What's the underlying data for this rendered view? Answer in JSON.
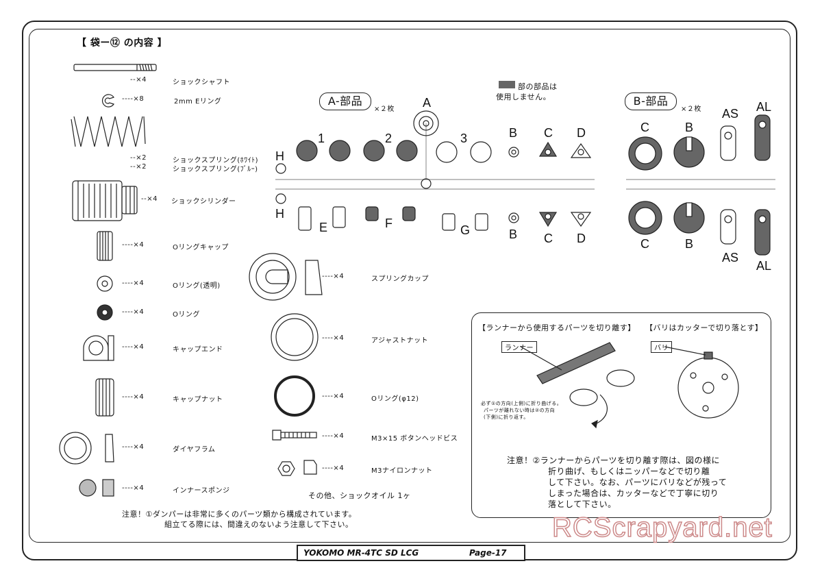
{
  "header": {
    "title": "【 袋ー⑫ の内容 】"
  },
  "left_parts": [
    {
      "qty": "--×4",
      "name": "ショックシャフト"
    },
    {
      "qty": "----×8",
      "name": "2mm Eリング"
    },
    {
      "qty": "--×2",
      "name": "ショックスプリング(ﾎﾜｲﾄ)"
    },
    {
      "qty": "--×2",
      "name": "ショックスプリング(ﾌﾞﾙｰ)"
    },
    {
      "qty": "--×4",
      "name": "ショックシリンダー"
    },
    {
      "qty": "----×4",
      "name": "Oリングキャップ"
    },
    {
      "qty": "----×4",
      "name": "Oリング(透明)"
    },
    {
      "qty": "----×4",
      "name": "Oリング"
    },
    {
      "qty": "----×4",
      "name": "キャップエンド"
    },
    {
      "qty": "----×4",
      "name": "キャップナット"
    },
    {
      "qty": "----×4",
      "name": "ダイヤフラム"
    },
    {
      "qty": "----×4",
      "name": "インナースポンジ"
    }
  ],
  "mid_parts": [
    {
      "qty": "----×4",
      "name": "スプリングカップ"
    },
    {
      "qty": "----×4",
      "name": "アジャストナット"
    },
    {
      "qty": "----×4",
      "name": "Oリング(φ12)"
    },
    {
      "qty": "----×4",
      "name": "M3×15 ボタンヘッドビス"
    },
    {
      "qty": "----×4",
      "name": "M3ナイロンナット"
    }
  ],
  "other_note": "その他、ショックオイル 1ヶ",
  "caution_left": [
    "注意！①ダンパーは非常に多くのパーツ類から構成されています。",
    "組立てる際には、間違えのないよう注意して下さい。"
  ],
  "tree_a": {
    "title": "A-部品",
    "count": "×２枚"
  },
  "tree_b": {
    "title": "B-部品",
    "count": "×２枚"
  },
  "legend_note": [
    "部の部品は",
    "使用しません。"
  ],
  "part_labels": {
    "A": "A",
    "B": "B",
    "C": "C",
    "D": "D",
    "E": "E",
    "F": "F",
    "G": "G",
    "H": "H",
    "one": "1",
    "two": "2",
    "three": "3",
    "AS": "AS",
    "AL": "AL"
  },
  "instruction_box": {
    "title_left": "【ランナーから使用するパーツを切り離す】",
    "title_right": "【バリはカッターで切り落とす】",
    "runner_label": "ランナー",
    "burr_label": "バリ",
    "step_note": [
      "必ず①の方向(上側)に折り曲げる。",
      "パーツが離れない時は②の方向",
      "(下側)に折り返す。"
    ],
    "caution": [
      "注意！②ランナーからパーツを切り離す際は、図の様に",
      "折り曲げ、もしくはニッパーなどで切り離",
      "して下さい。なお、パーツにバリなどが残って",
      "しまった場合は、カッターなどで丁寧に切り",
      "落として下さい。"
    ]
  },
  "footer": {
    "model": "YOKOMO MR-4TC SD LCG",
    "page": "Page-17"
  },
  "watermark": "RCScrapyard.net",
  "colors": {
    "part_dark": "#555555",
    "line": "#222222",
    "watermark": "#cc8888"
  }
}
